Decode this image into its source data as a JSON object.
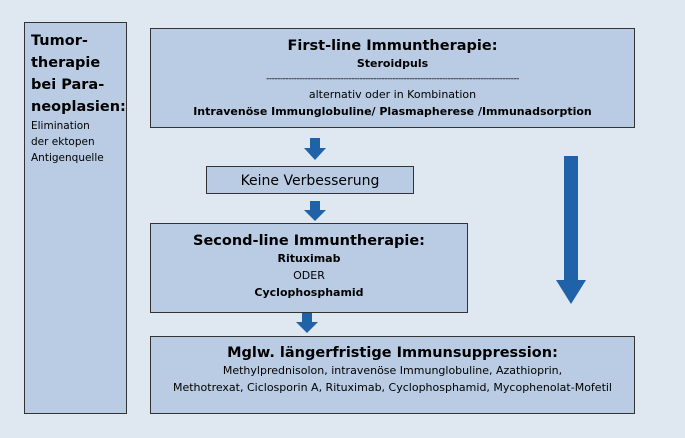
{
  "sidebar": {
    "title_lines": [
      "Tumor-",
      "therapie",
      "bei Para-",
      "neoplasien:"
    ],
    "subtitle_lines": [
      "Elimination",
      "der ektopen",
      "Antigenquelle"
    ]
  },
  "first_line": {
    "title": "First-line Immuntherapie:",
    "primary": "Steroidpuls",
    "separator": "--------------------------------------------------------------------------------------------",
    "connector": "alternativ oder in Kombination",
    "alternatives": "Intravenöse Immunglobuline/ Plasmapherese /Immunadsorption"
  },
  "no_improvement": {
    "label": "Keine Verbesserung"
  },
  "second_line": {
    "title": "Second-line Immuntherapie:",
    "option_a": "Rituximab",
    "connector": "ODER",
    "option_b": "Cyclophosphamid"
  },
  "long_term": {
    "title": "Mglw. längerfristige Immunsuppression:",
    "line1": "Methylprednisolon, intravenöse Immunglobuline, Azathioprin,",
    "line2": "Methotrexat, Ciclosporin A, Rituximab, Cyclophosphamid, Mycophenolat-Mofetil"
  },
  "colors": {
    "background": "#dfe7f1",
    "box_fill": "#b9cce4",
    "arrow": "#1f62a8"
  }
}
